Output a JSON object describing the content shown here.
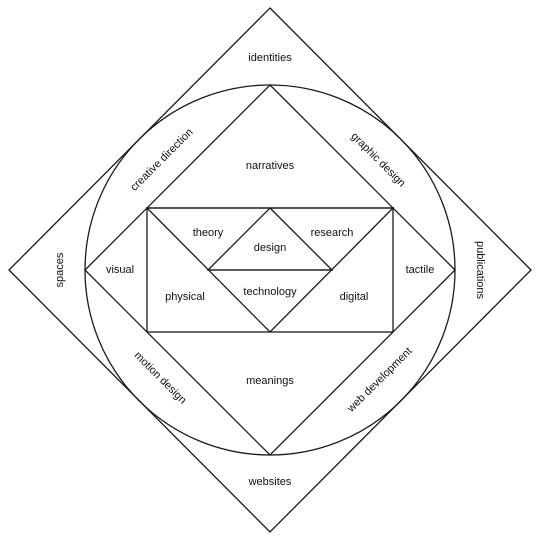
{
  "labels": {
    "identities": "identities",
    "websites": "websites",
    "spaces": "spaces",
    "publications": "publications",
    "creative_direction": "creative direction",
    "graphic_design": "graphic design",
    "motion_design": "motion design",
    "web_development": "web development",
    "narratives": "narratives",
    "meanings": "meanings",
    "visual": "visual",
    "tactile": "tactile",
    "theory": "theory",
    "research": "research",
    "design": "design",
    "technology": "technology",
    "physical": "physical",
    "digital": "digital"
  }
}
